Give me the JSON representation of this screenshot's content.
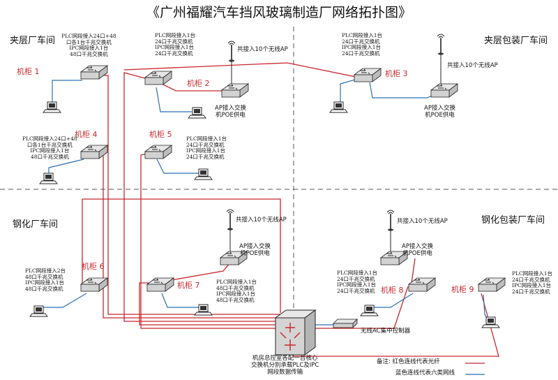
{
  "title": "《广州福耀汽车挡风玻璃制造厂网络拓扑图》",
  "areas": {
    "mezz_workshop": "夹层厂车间",
    "mezz_pack": "夹层包装厂车间",
    "temper_workshop": "钢化厂车间",
    "temper_pack": "钢化包装厂车间"
  },
  "cabinets": {
    "c1": "机柜 1",
    "c2": "机柜 2",
    "c3": "机柜 3",
    "c4": "机柜 4",
    "c5": "机柜 5",
    "c6": "机柜 6",
    "c7": "机柜 7",
    "c8": "机柜 8",
    "c9": "机柜 9"
  },
  "switch_notes": {
    "c1": "PLC网段接入24口+48\n口各1台千兆交换机\nIPC网段接入1台\n48口千兆交换机",
    "c2": "PLC网段接入1台\n24口千兆交换机\nIPC网段接入1台\n24口千兆交换机",
    "c3": "PLC网段接入1台\n24口千兆交换机\nIPC网段接入1台\n24口千兆交换机",
    "c4": "PLC网段接入24口+48\n口各1台千兆交换机\nIPC网段接入1台\n48口千兆交换机",
    "c5": "PLC网段接入1台\n24口千兆交换机\nIPC网段接入1台\n24口千兆交换机",
    "c6": "PLC网段接入2台\n48口千兆交换机\nIPC网段接入1台\n48口千兆交换机",
    "c7": "PLC网段接入1台\n48口千兆交换机\nIPC网段接入1台\n48口千兆交换机",
    "c8": "PLC网段接入1台\n24口千兆交换机\nIPC网段接入1台\n24口千兆交换机",
    "c9": "PLC网段接入1台\n24口千兆交换机\nIPC网段接入1台\n24口千兆交换机"
  },
  "ap": {
    "wireless": "共接入10个无线AP",
    "poe_switch": "AP接入交换\n机POE供电"
  },
  "core": {
    "description": "机房总控室各配一台核心\n交换机分别承载PLC及IPC\n网段数据传输",
    "ac_controller": "无线AC集中控制器"
  },
  "legend": {
    "red": "备注: 红色连线代表光纤",
    "blue": "蓝色连线代表六类网线"
  },
  "colors": {
    "fiber": "#c8262b",
    "cat6": "#2a6fb0",
    "cabinet_label": "#c8262b",
    "divider": "#555555"
  }
}
